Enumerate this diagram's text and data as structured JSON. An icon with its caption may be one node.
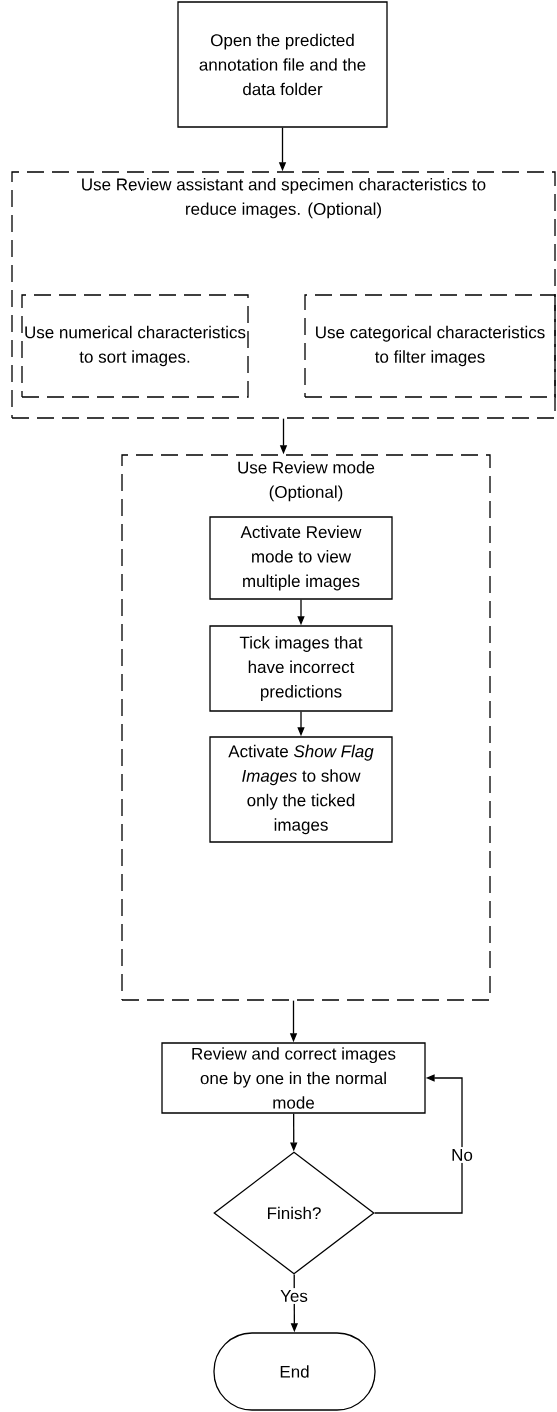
{
  "diagram": {
    "nodes": [
      {
        "text": [
          "Open the predicted annotation file and the data folder"
        ]
      },
      {
        "text": [
          "Use Review assistant and specimen characteristics  to reduce images. (Optional)"
        ]
      },
      {
        "text": [
          "Use numerical characteristics to sort images."
        ],
        "in": 1
      },
      {
        "text": [
          "Use categorical characteristics to filter images"
        ],
        "in": 1
      },
      {
        "text": [
          "Use Review mode (Optional)"
        ]
      },
      {
        "text": [
          "Activate Review mode to view multiple images"
        ],
        "in": 4
      },
      {
        "text": [
          "Tick images that have incorrect predictions"
        ],
        "in": 4
      },
      {
        "text": [
          "Activate *Show Flag Images* to show only the ticked images"
        ],
        "in": 4
      },
      {
        "text": [
          "Review and correct images one by one in the normal mode"
        ]
      },
      {
        "text": [
          "Finish?"
        ]
      },
      {
        "text": [
          "End"
        ]
      }
    ],
    "edges": [
      {
        "from": 0,
        "to": 1,
        "arrow": "to"
      },
      {
        "from": 1,
        "to": 4,
        "arrow": "to"
      },
      {
        "from": 5,
        "to": 6,
        "arrow": "to"
      },
      {
        "from": 6,
        "to": 7,
        "arrow": "to"
      },
      {
        "from": 4,
        "to": 8,
        "arrow": "to"
      },
      {
        "from": 8,
        "to": 9,
        "arrow": "to"
      },
      {
        "from": 9,
        "to": 8,
        "arrow": "to",
        "label": "No"
      },
      {
        "from": 9,
        "to": 10,
        "arrow": "to",
        "label": "Yes"
      }
    ]
  }
}
